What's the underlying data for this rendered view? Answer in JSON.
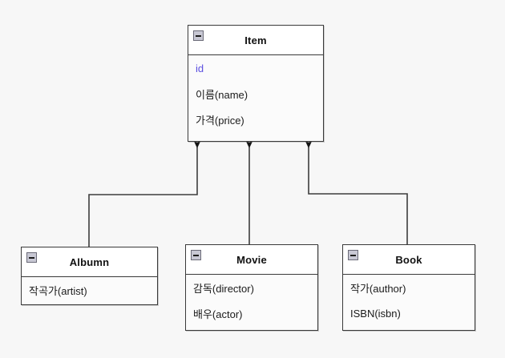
{
  "diagram": {
    "type": "uml-class-diagram",
    "background_color": "#f7f7f7",
    "border_color": "#3a3a3a",
    "key_attribute_color": "#5b4fe0",
    "collapse_icon": "minus-icon"
  },
  "classes": {
    "item": {
      "name": "Item",
      "attributes": [
        {
          "label": "id",
          "is_key": true
        },
        {
          "label": "이름(name)",
          "is_key": false
        },
        {
          "label": "가격(price)",
          "is_key": false
        }
      ]
    },
    "album": {
      "name": "Albumn",
      "attributes": [
        {
          "label": "작곡가(artist)",
          "is_key": false
        }
      ]
    },
    "movie": {
      "name": "Movie",
      "attributes": [
        {
          "label": "감독(director)",
          "is_key": false
        },
        {
          "label": "배우(actor)",
          "is_key": false
        }
      ]
    },
    "book": {
      "name": "Book",
      "attributes": [
        {
          "label": "작가(author)",
          "is_key": false
        },
        {
          "label": "ISBN(isbn)",
          "is_key": false
        }
      ]
    }
  },
  "relationships": [
    {
      "from": "Albumn",
      "to": "Item",
      "kind": "generalization"
    },
    {
      "from": "Movie",
      "to": "Item",
      "kind": "generalization"
    },
    {
      "from": "Book",
      "to": "Item",
      "kind": "generalization"
    }
  ]
}
